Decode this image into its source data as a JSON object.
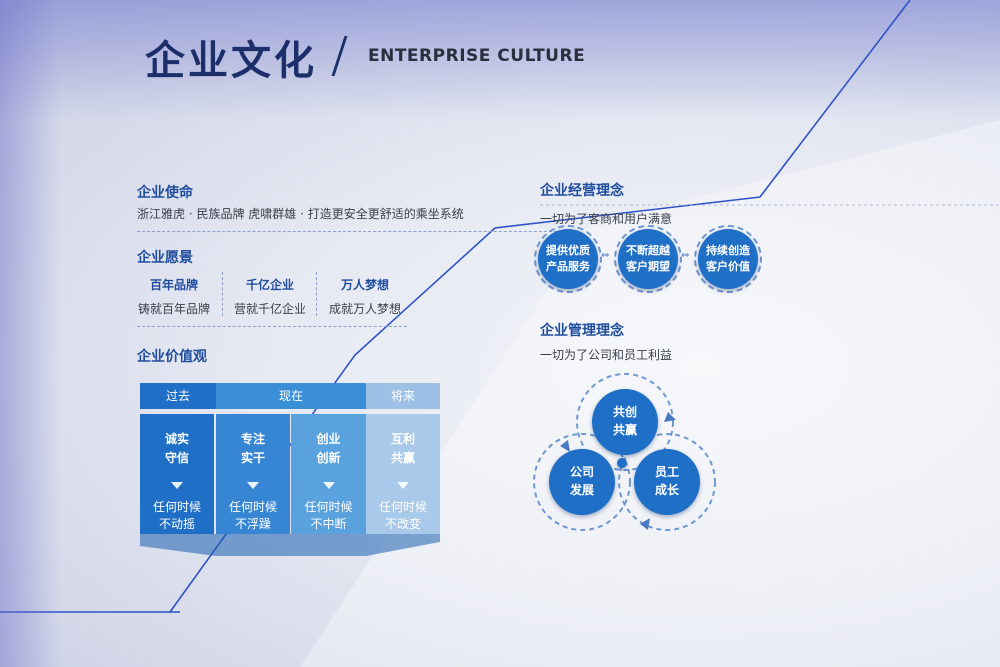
{
  "title": {
    "cn": "企业文化",
    "en": "ENTERPRISE CULTURE"
  },
  "mission": {
    "heading": "企业使命",
    "text": "浙江雅虎 · 民族品牌 虎啸群雄 · 打造更安全更舒适的乘坐系统"
  },
  "vision": {
    "heading": "企业愿景",
    "items": [
      {
        "head": "百年品牌",
        "text": "铸就百年品牌"
      },
      {
        "head": "千亿企业",
        "text": "营就千亿企业"
      },
      {
        "head": "万人梦想",
        "text": "成就万人梦想"
      }
    ]
  },
  "values": {
    "heading": "企业价值观",
    "bands": {
      "past": "过去",
      "present": "现在",
      "future": "将来"
    },
    "columns": [
      {
        "key": [
          "诚实",
          "守信"
        ],
        "sub": [
          "任何时候",
          "不动摇"
        ]
      },
      {
        "key": [
          "专注",
          "实干"
        ],
        "sub": [
          "任何时候",
          "不浮躁"
        ]
      },
      {
        "key": [
          "创业",
          "创新"
        ],
        "sub": [
          "任何时候",
          "不中断"
        ]
      },
      {
        "key": [
          "互利",
          "共赢"
        ],
        "sub": [
          "任何时候",
          "不改变"
        ]
      }
    ]
  },
  "operation": {
    "heading": "企业经营理念",
    "sub": "一切为了客商和用户满意",
    "items": [
      {
        "l1": "提供优质",
        "l2": "产品服务"
      },
      {
        "l1": "不断超越",
        "l2": "客户期望"
      },
      {
        "l1": "持续创造",
        "l2": "客户价值"
      }
    ]
  },
  "management": {
    "heading": "企业管理理念",
    "sub": "一切为了公司和员工利益",
    "items": [
      {
        "l1": "共创",
        "l2": "共赢"
      },
      {
        "l1": "公司",
        "l2": "发展"
      },
      {
        "l1": "员工",
        "l2": "成长"
      }
    ]
  },
  "colors": {
    "brand_blue": "#1f6fc6",
    "heading_blue": "#1f4d9c",
    "title_navy": "#1d2f6a"
  }
}
